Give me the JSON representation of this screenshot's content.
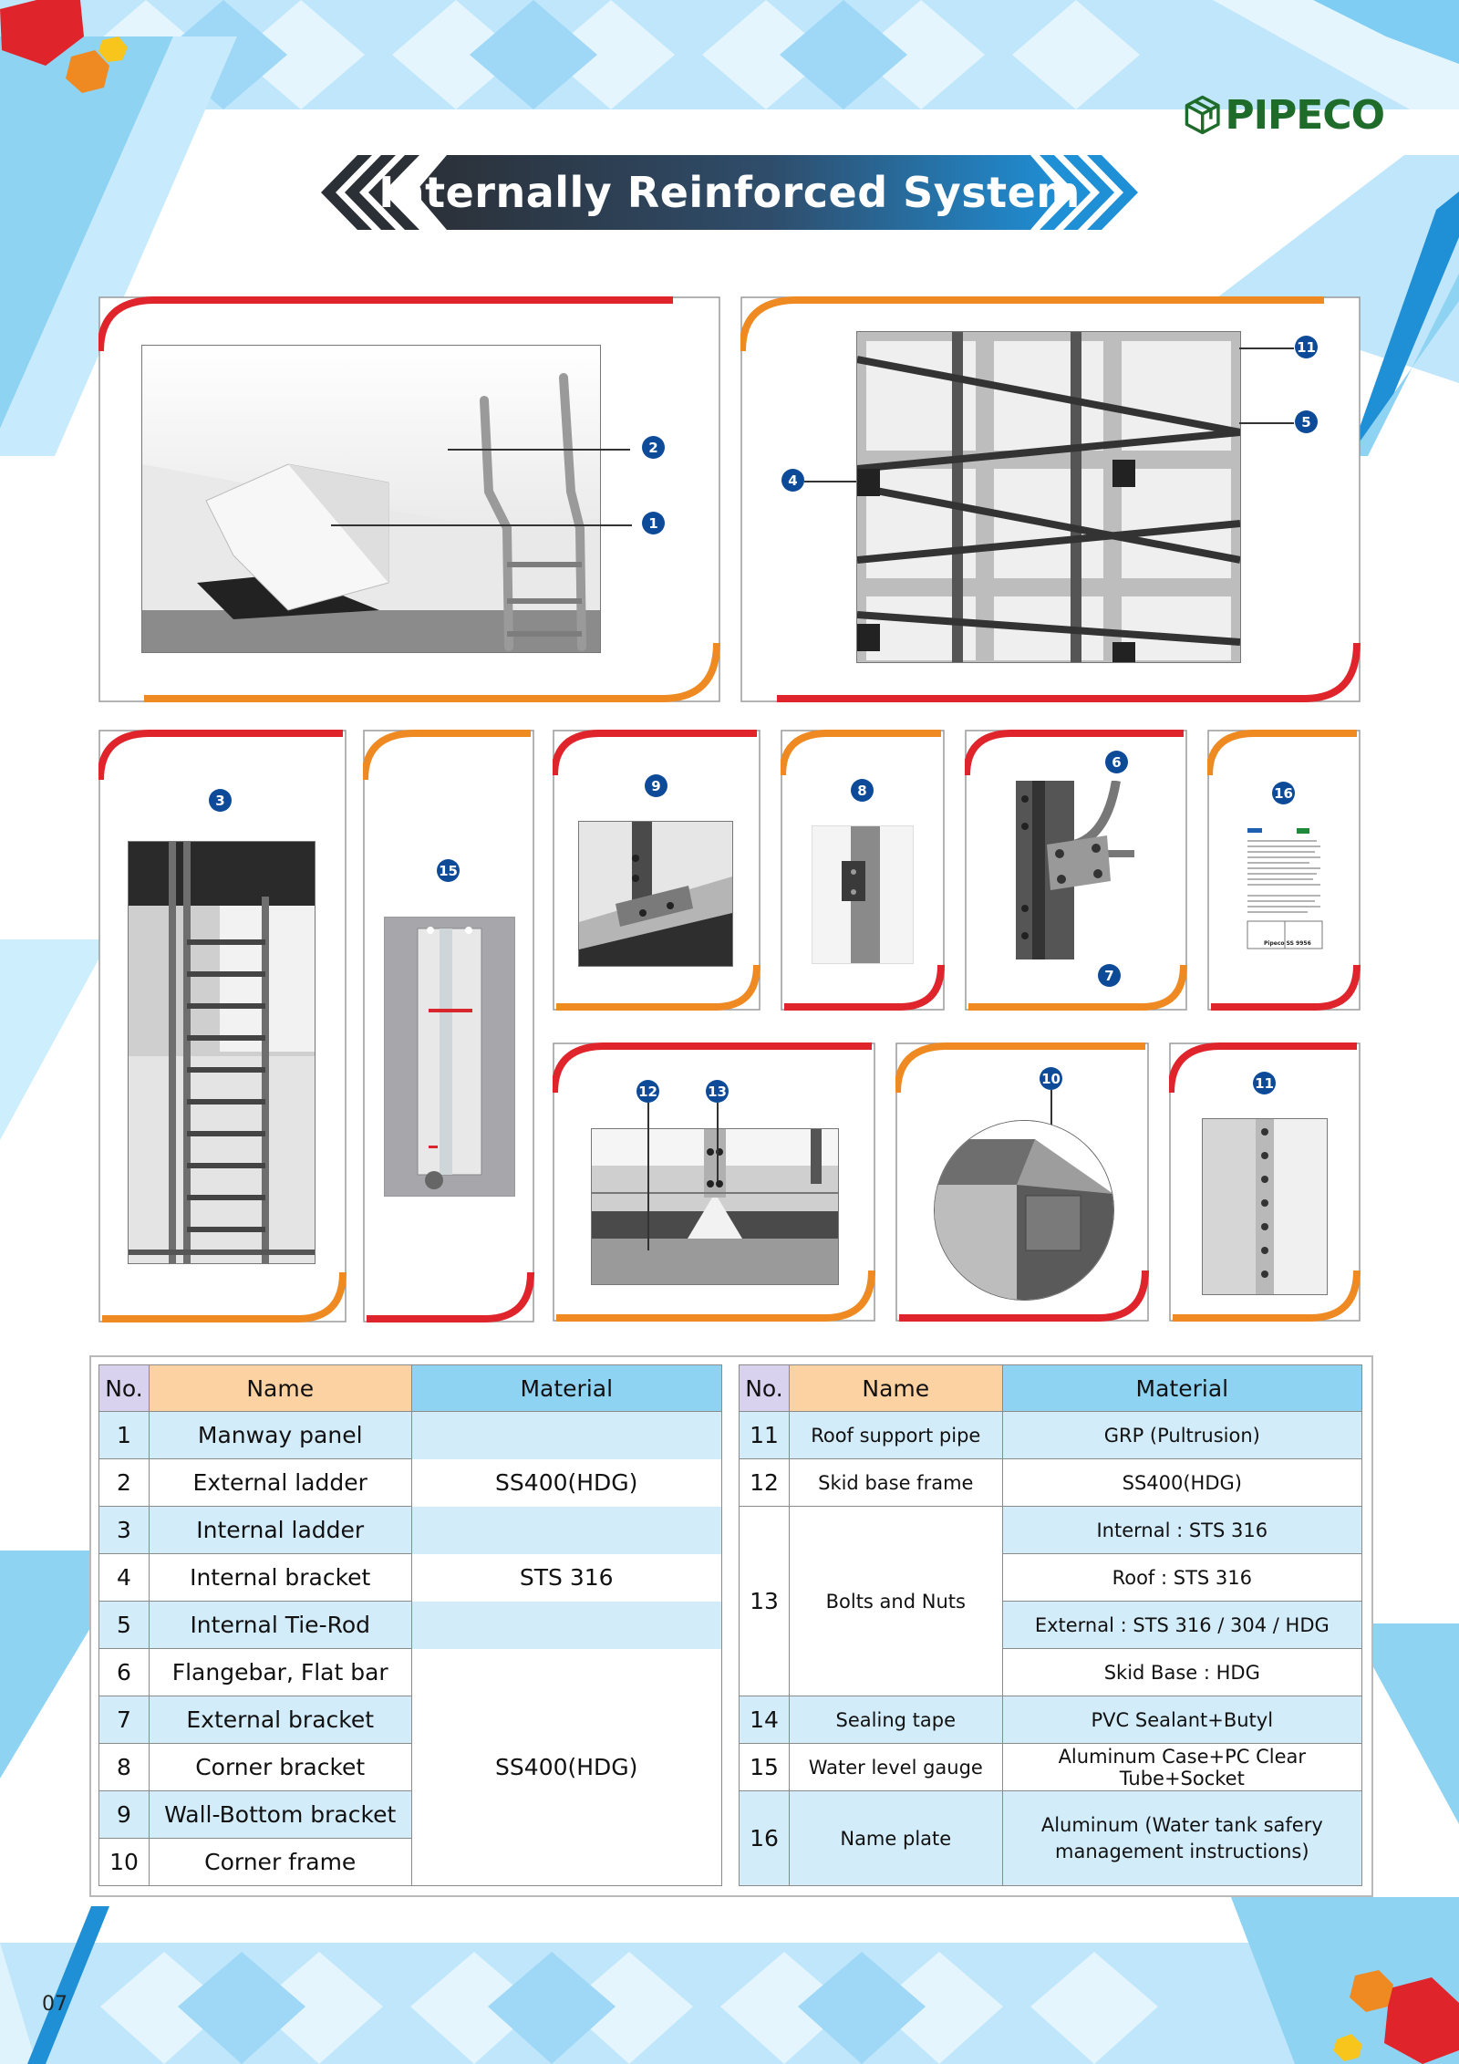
{
  "brand": {
    "name": "PIPECO"
  },
  "title": "Internally Reinforced System",
  "page_number": "07",
  "colors": {
    "red": "#e0242c",
    "orange": "#ef8a23",
    "navy": "#0d4a98",
    "light_blue": "#8fd3f3"
  },
  "callouts": {
    "p1": [
      "2",
      "1"
    ],
    "p2": [
      "11",
      "5",
      "4"
    ],
    "p3": "3",
    "p4": "15",
    "p5": "9",
    "p6": "8",
    "p7": [
      "6",
      "7"
    ],
    "p8": "16",
    "p9": [
      "12",
      "13"
    ],
    "p10": "10",
    "p11": "11"
  },
  "nameplate_text": {
    "footer": "Pipeco SS 9956"
  },
  "table_left": {
    "headers": {
      "no": "No.",
      "name": "Name",
      "material": "Material"
    },
    "rows": [
      {
        "no": "1",
        "name": "Manway panel"
      },
      {
        "no": "2",
        "name": "External ladder"
      },
      {
        "no": "3",
        "name": "Internal ladder"
      },
      {
        "no": "4",
        "name": "Internal bracket"
      },
      {
        "no": "5",
        "name": "Internal Tie-Rod"
      },
      {
        "no": "6",
        "name": "Flangebar, Flat bar"
      },
      {
        "no": "7",
        "name": "External bracket"
      },
      {
        "no": "8",
        "name": "Corner bracket"
      },
      {
        "no": "9",
        "name": "Wall-Bottom bracket"
      },
      {
        "no": "10",
        "name": "Corner frame"
      }
    ],
    "materials": [
      "SS400(HDG)",
      "STS 316",
      "SS400(HDG)"
    ]
  },
  "table_right": {
    "headers": {
      "no": "No.",
      "name": "Name",
      "material": "Material"
    },
    "rows": [
      {
        "no": "11",
        "name": "Roof support pipe",
        "material": "GRP (Pultrusion)"
      },
      {
        "no": "12",
        "name": "Skid base frame",
        "material": "SS400(HDG)"
      },
      {
        "no": "13",
        "name": "Bolts and Nuts",
        "materials": [
          "Internal : STS 316",
          "Roof : STS 316",
          "External : STS 316 / 304 / HDG",
          "Skid Base : HDG"
        ]
      },
      {
        "no": "14",
        "name": "Sealing tape",
        "material": "PVC Sealant+Butyl"
      },
      {
        "no": "15",
        "name": "Water level gauge",
        "material": "Aluminum Case+PC Clear Tube+Socket"
      },
      {
        "no": "16",
        "name": "Name plate",
        "material_lines": [
          "Aluminum (Water tank safery",
          "management instructions)"
        ]
      }
    ]
  }
}
